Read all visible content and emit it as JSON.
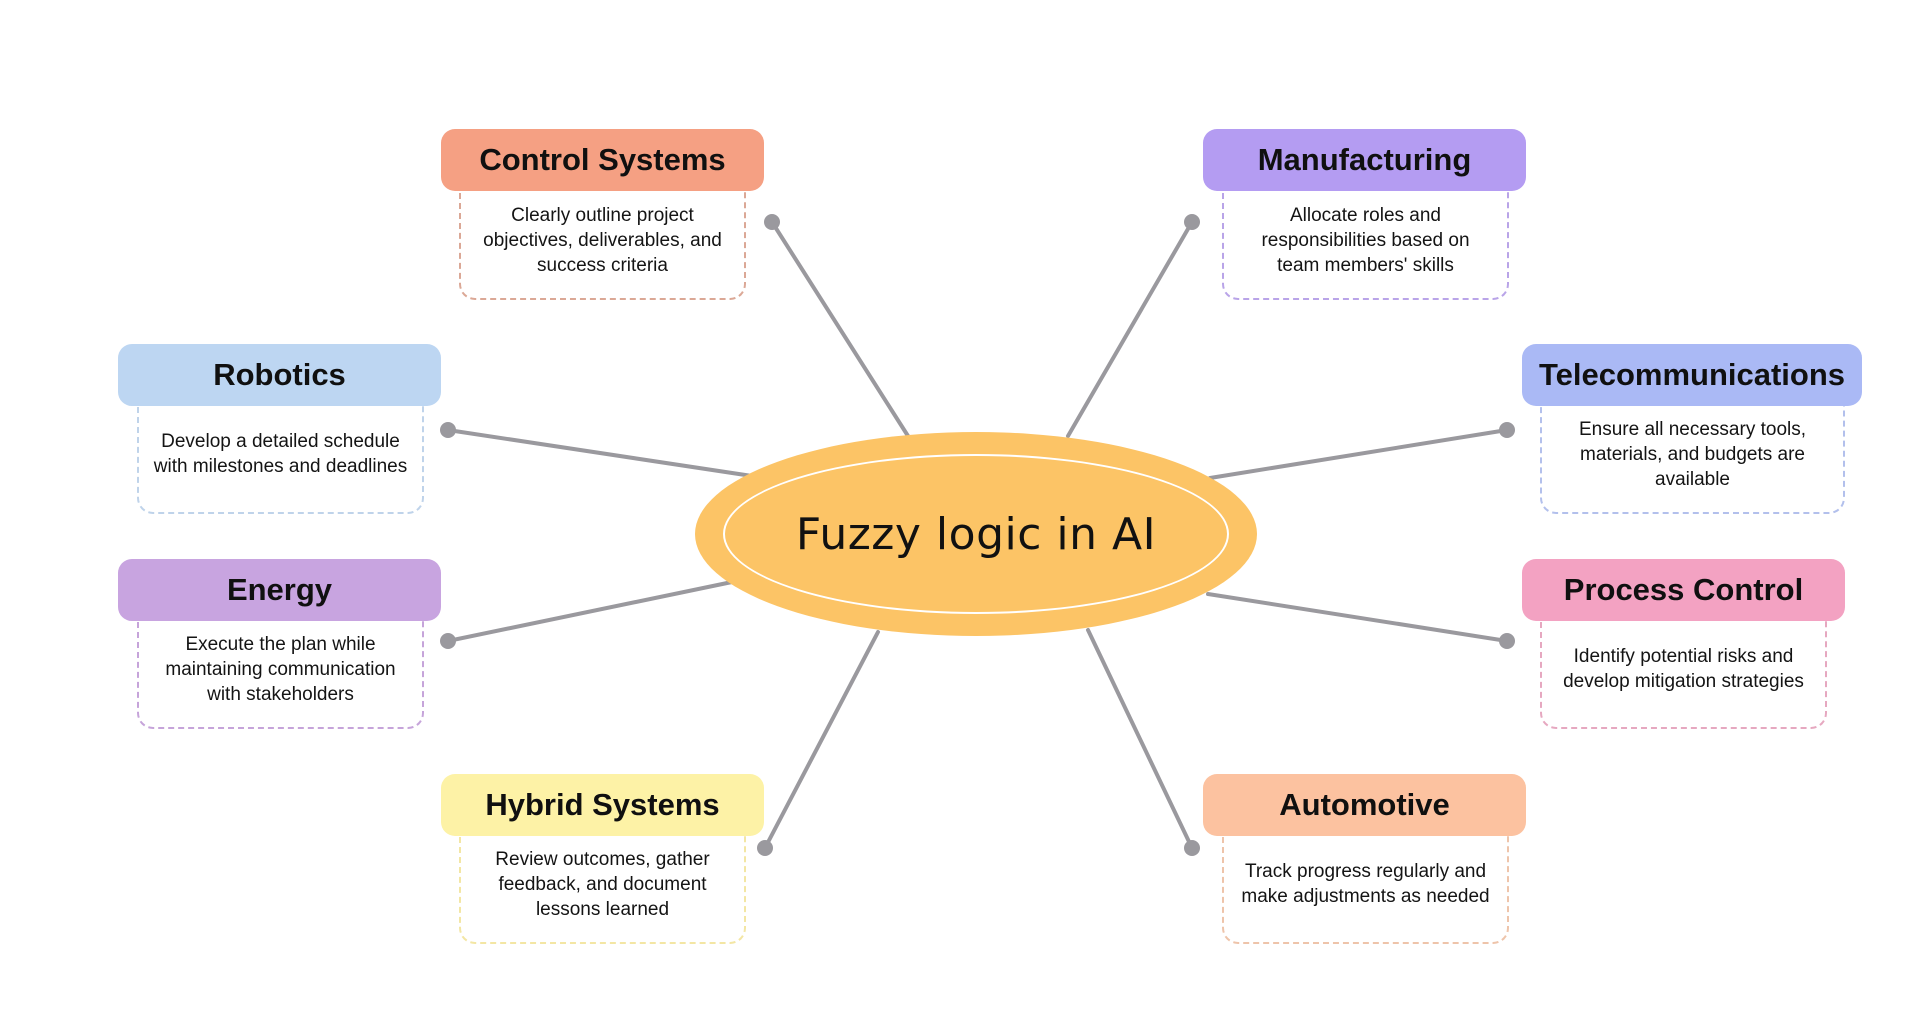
{
  "center": {
    "title": "Fuzzy logic in AI",
    "fill": "#fcc466",
    "outline": "#ffffff"
  },
  "connector": {
    "color": "#9a999e"
  },
  "nodes": [
    {
      "id": "control-systems",
      "title": "Control Systems",
      "description": "Clearly outline project objectives, deliverables, and success criteria",
      "header_color": "#f5a083",
      "border_color": "#dba896"
    },
    {
      "id": "manufacturing",
      "title": "Manufacturing",
      "description": "Allocate roles and responsibilities based on team members' skills",
      "header_color": "#b49cf2",
      "border_color": "#b9a4e8"
    },
    {
      "id": "robotics",
      "title": "Robotics",
      "description": "Develop a detailed schedule with milestones and deadlines",
      "header_color": "#bdd6f2",
      "border_color": "#bfd3ea"
    },
    {
      "id": "telecommunications",
      "title": "Telecommunications",
      "description": "Ensure all necessary tools, materials, and budgets are available",
      "header_color": "#aab9f5",
      "border_color": "#b3c0ec"
    },
    {
      "id": "energy",
      "title": "Energy",
      "description": "Execute the plan while maintaining communication with stakeholders",
      "header_color": "#c8a4e0",
      "border_color": "#c6a4da"
    },
    {
      "id": "process-control",
      "title": "Process Control",
      "description": "Identify potential risks and develop mitigation strategies",
      "header_color": "#f3a2c2",
      "border_color": "#e6a8c0"
    },
    {
      "id": "hybrid-systems",
      "title": "Hybrid Systems",
      "description": "Review outcomes, gather feedback, and document lessons learned",
      "header_color": "#fdf2a6",
      "border_color": "#f3e6a4"
    },
    {
      "id": "automotive",
      "title": "Automotive",
      "description": "Track progress regularly and make adjustments as needed",
      "header_color": "#fcc2a0",
      "border_color": "#eec4aa"
    }
  ]
}
